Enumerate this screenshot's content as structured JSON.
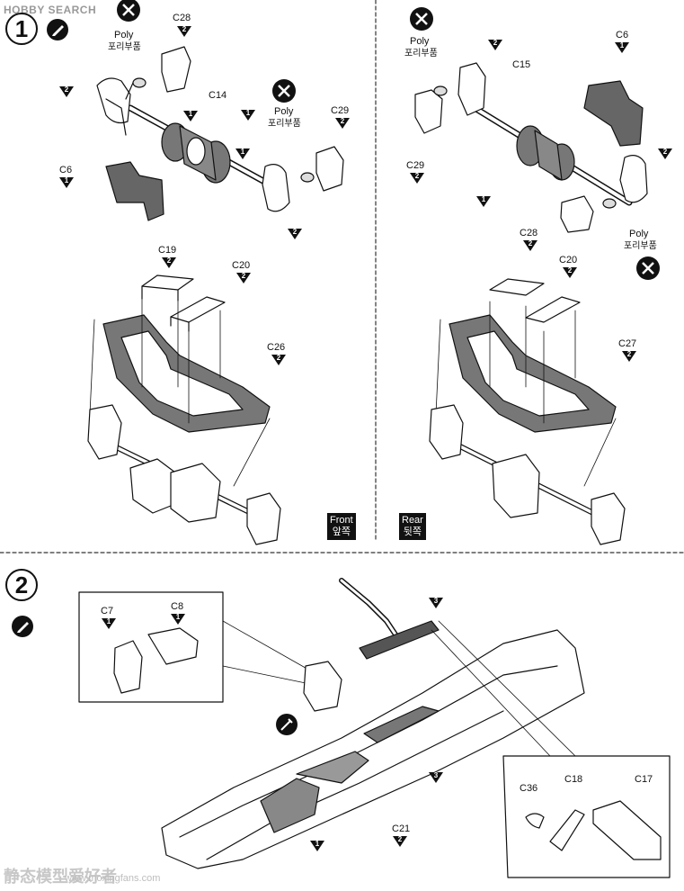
{
  "watermark": {
    "top": "HOBBY SEARCH",
    "bottom_cn": "静态模型爱好者",
    "bottom_url": "www.moxingfans.com"
  },
  "step1": {
    "number": "1",
    "front": {
      "box_en": "Front",
      "box_kr": "앞쪽",
      "poly_en": "Poly",
      "poly_kr": "포리부품",
      "parts": {
        "c28": "C28",
        "c14": "C14",
        "c29": "C29",
        "c6": "C6",
        "c19": "C19",
        "c20": "C20",
        "c26": "C26"
      }
    },
    "rear": {
      "box_en": "Rear",
      "box_kr": "뒷쪽",
      "poly_en": "Poly",
      "poly_kr": "포리부품",
      "parts": {
        "c6": "C6",
        "c15": "C15",
        "c29": "C29",
        "c28": "C28",
        "c20": "C20",
        "c27": "C27"
      }
    },
    "tags": {
      "one": "1",
      "two": "2"
    }
  },
  "step2": {
    "number": "2",
    "parts": {
      "c7": "C7",
      "c8": "C8",
      "c21": "C21",
      "c36": "C36",
      "c18": "C18",
      "c17": "C17"
    },
    "tags": {
      "one": "1",
      "two": "2",
      "three": "3"
    }
  }
}
